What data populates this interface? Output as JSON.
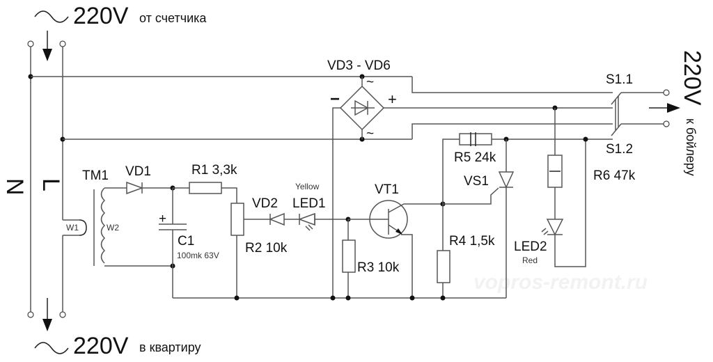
{
  "diagram": {
    "type": "electrical-schematic",
    "input_label": {
      "voltage": "220V",
      "text": "от счетчика",
      "symbol": "~"
    },
    "output_label": {
      "voltage": "220V",
      "text": "в квартиру",
      "symbol": "~"
    },
    "boiler_label": {
      "voltage": "220V",
      "text": "к бойлеру"
    },
    "rails": {
      "neutral": "N",
      "line": "L"
    },
    "components": {
      "tm1": "TM1",
      "w1": "W1",
      "w2": "W2",
      "vd1": "VD1",
      "r1": "R1 3,3k",
      "c1": "C1",
      "c1_value": "100mk 63V",
      "c1_plus": "+",
      "r2": "R2 10k",
      "vd2": "VD2",
      "led1": "LED1",
      "led1_color": "Yellow",
      "bridge": "VD3 - VD6",
      "bridge_minus": "−",
      "bridge_plus": "+",
      "bridge_ac": "~",
      "vt1": "VT1",
      "r3": "R3 10k",
      "r4": "R4 1,5k",
      "r5": "R5 24k",
      "vs1": "VS1",
      "r6": "R6 47k",
      "led2": "LED2",
      "led2_color": "Red",
      "s11": "S1.1",
      "s12": "S1.2"
    },
    "watermark": "vopros-remont.ru"
  }
}
